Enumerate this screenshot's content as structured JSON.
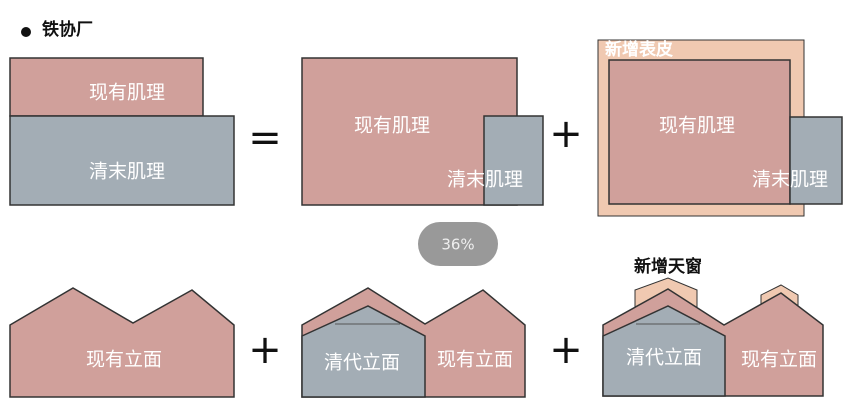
{
  "title": "铁协厂",
  "texture": {
    "existing": "现有肌理",
    "qing_end": "清末肌理",
    "new_skin": "新增表皮"
  },
  "facade": {
    "existing": "现有立面",
    "qing": "清代立面",
    "new_skylight": "新增天窗"
  },
  "operators": {
    "equals": "=",
    "plus": "+"
  },
  "zoom_badge": "36%",
  "colors": {
    "existing": "#d0a09b",
    "qing": "#a3adb5",
    "new": "#f0c9b1",
    "badge": "#999999"
  }
}
